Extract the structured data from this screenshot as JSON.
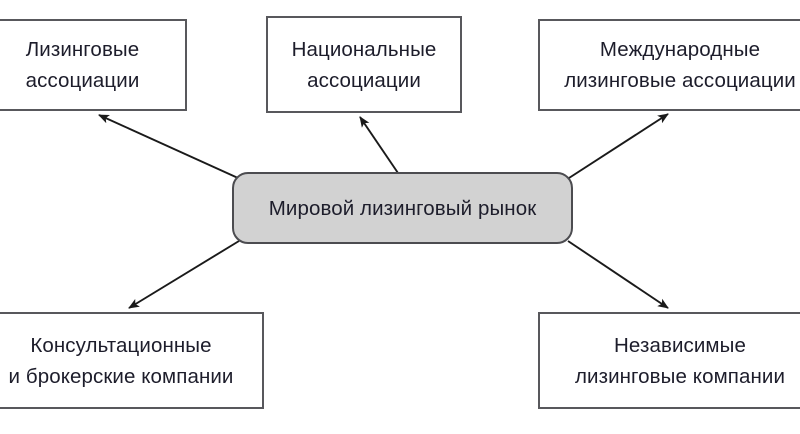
{
  "diagram": {
    "title": "Мировой лизинговый рынок",
    "type": "hub-and-spoke",
    "colors": {
      "node_fill": "#ffffff",
      "center_fill": "#d2d2d2",
      "border": "#58585c",
      "text": "#1d1d2b",
      "arrow": "#1a1a1a",
      "background": "#ffffff"
    },
    "center": {
      "id": "central-market",
      "name": "central-node",
      "lines": [
        "Мировой лизинговый рынок"
      ]
    },
    "nodes": [
      {
        "id": "leasing-associations",
        "name": "leasing-associations-node",
        "position": "top-left",
        "lines": [
          "Лизинговые",
          "ассоциации"
        ]
      },
      {
        "id": "national-associations",
        "name": "national-associations-node",
        "position": "top-center",
        "lines": [
          "Национальные",
          "ассоциации"
        ]
      },
      {
        "id": "international",
        "name": "international-leasing-associations-node",
        "position": "top-right",
        "lines": [
          "Международные",
          "лизинговые ассоциации"
        ]
      },
      {
        "id": "consulting-brokerage",
        "name": "consulting-and-brokerage-companies-node",
        "position": "bottom-left",
        "lines": [
          "Консультационные",
          "и брокерские компании"
        ]
      },
      {
        "id": "independent-leasing",
        "name": "independent-leasing-companies-node",
        "position": "bottom-right",
        "lines": [
          "Независимые",
          "лизинговые компании"
        ]
      }
    ],
    "edges": [
      {
        "id": "edge-to-leasing-associations",
        "from": "central-market",
        "to": "leasing-associations",
        "direction": "up-left",
        "arrowhead": "end"
      },
      {
        "id": "edge-to-national-associations",
        "from": "central-market",
        "to": "national-associations",
        "direction": "up",
        "arrowhead": "end"
      },
      {
        "id": "edge-to-international",
        "from": "central-market",
        "to": "international",
        "direction": "up-right",
        "arrowhead": "end"
      },
      {
        "id": "edge-to-consulting-brokerage",
        "from": "central-market",
        "to": "consulting-brokerage",
        "direction": "down-left",
        "arrowhead": "end"
      },
      {
        "id": "edge-to-independent-leasing",
        "from": "central-market",
        "to": "independent-leasing",
        "direction": "down-right",
        "arrowhead": "end"
      }
    ]
  }
}
